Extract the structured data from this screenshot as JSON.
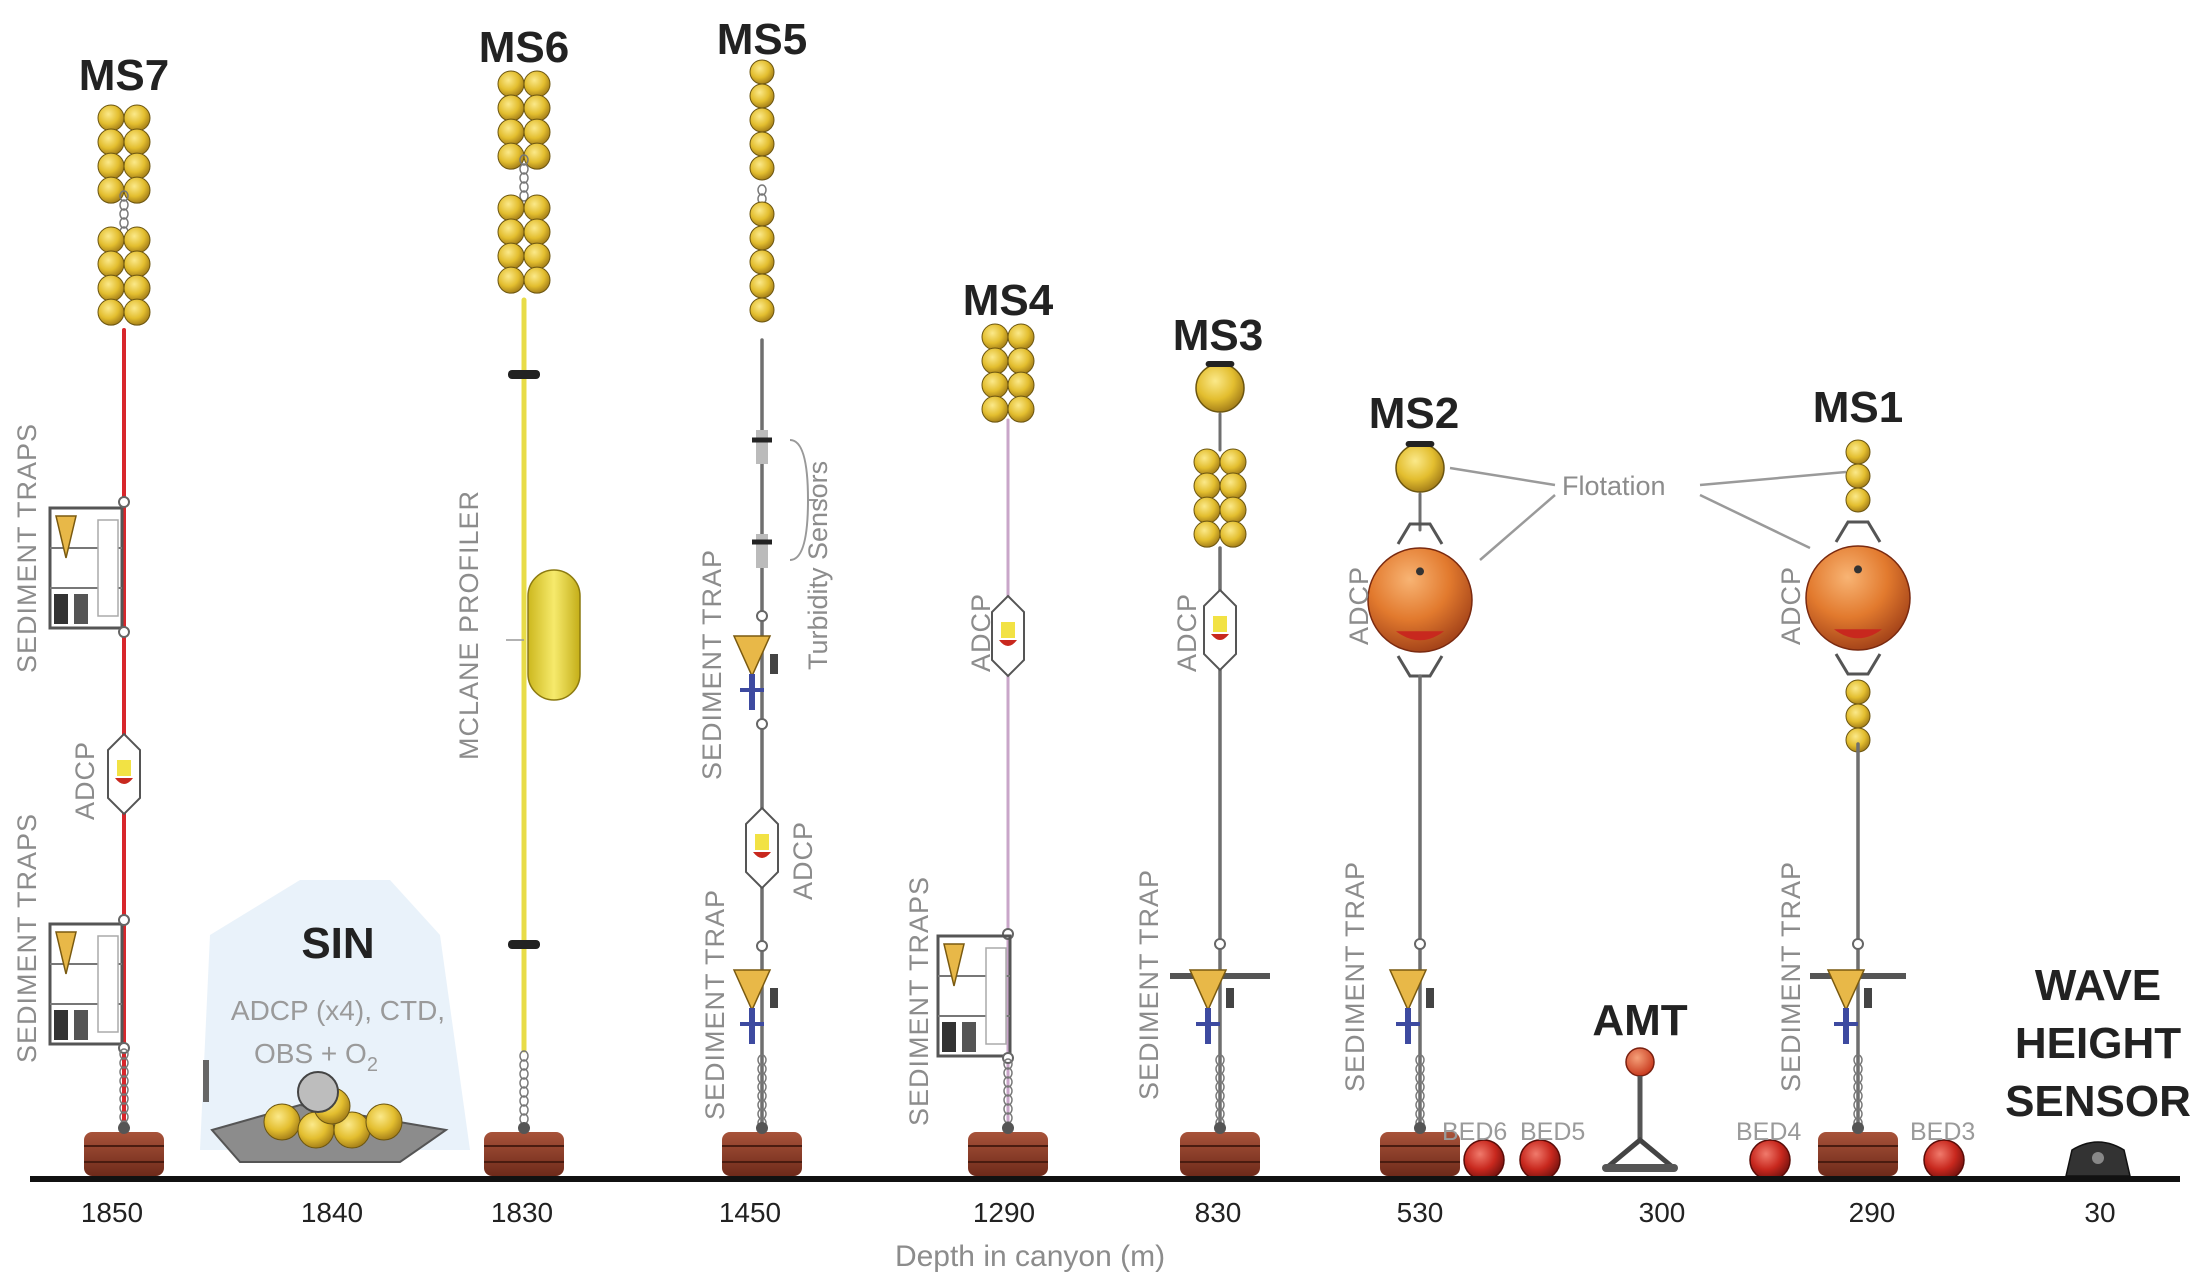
{
  "moorings": [
    {
      "id": "ms7",
      "name": "MS7",
      "depth": "1850",
      "labels": [
        "SEDIMENT TRAPS",
        "ADCP",
        "SEDIMENT TRAPS"
      ]
    },
    {
      "id": "sin",
      "name": "SIN",
      "depth": "1840",
      "description_line1": "ADCP (x4), CTD,",
      "description_line2": "OBS + O",
      "description_sub": "2"
    },
    {
      "id": "ms6",
      "name": "MS6",
      "depth": "1830",
      "labels": [
        "MCLANE PROFILER"
      ]
    },
    {
      "id": "ms5",
      "name": "MS5",
      "depth": "1450",
      "labels": [
        "SEDIMENT TRAP",
        "Turbidity Sensors",
        "ADCP",
        "SEDIMENT TRAP"
      ]
    },
    {
      "id": "ms4",
      "name": "MS4",
      "depth": "1290",
      "labels": [
        "ADCP",
        "SEDIMENT TRAPS"
      ]
    },
    {
      "id": "ms3",
      "name": "MS3",
      "depth": "830",
      "labels": [
        "ADCP",
        "SEDIMENT TRAP"
      ]
    },
    {
      "id": "ms2",
      "name": "MS2",
      "depth": "530",
      "labels": [
        "ADCP",
        "SEDIMENT TRAP"
      ]
    },
    {
      "id": "amt",
      "name": "AMT",
      "depth": "300"
    },
    {
      "id": "ms1",
      "name": "MS1",
      "depth": "290",
      "labels": [
        "ADCP",
        "SEDIMENT TRAP"
      ]
    },
    {
      "id": "wave",
      "name_lines": [
        "WAVE",
        "HEIGHT",
        "SENSOR"
      ],
      "depth": "30"
    }
  ],
  "flotation_label": "Flotation",
  "beds": [
    "BED6",
    "BED5",
    "BED4",
    "BED3"
  ],
  "axis_title": "Depth in canyon (m)",
  "colors": {
    "float_yellow": "#e8c436",
    "line_red": "#d8262b",
    "line_yellow": "#e8dc48",
    "line_purple": "#c9a6c9",
    "line_grey": "#6f6f6f",
    "anchor_brown": "#8e3b26",
    "adcp_orange": "#e27a2e",
    "bed_red": "#c8281e",
    "trap_blue": "#3d4aa0"
  }
}
